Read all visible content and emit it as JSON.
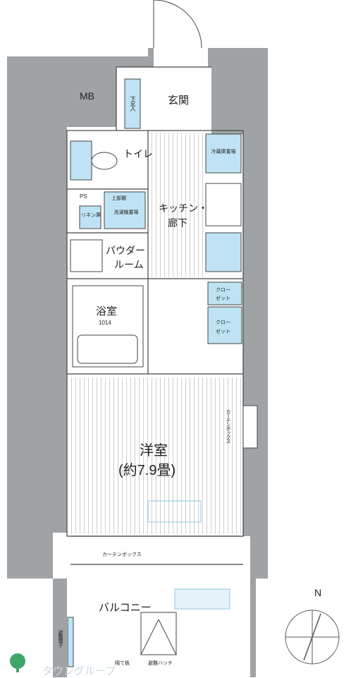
{
  "rooms": {
    "mb": "MB",
    "entrance": "玄関",
    "shoe_storage": "下足入",
    "toilet": "トイレ",
    "fridge_space": "冷蔵庫置場",
    "ps": "PS",
    "upper_cabinet": "上部棚",
    "washer_space": "洗濯機置場",
    "linen": "リネン庫",
    "kitchen": "キッチン・",
    "corridor": "廊下",
    "powder": "パウダー",
    "powder_room": "ルーム",
    "bath": "浴室",
    "bath_size": "1014",
    "closet1_a": "クロー",
    "closet1_b": "ゼット",
    "closet2_a": "クロー",
    "closet2_b": "ゼット",
    "western_room": "洋室",
    "western_size": "(約7.9畳)",
    "curtain_box_side": "カーテンボックス",
    "curtain_box_bottom": "カーテンボックス",
    "balcony": "バルコニー",
    "evac_ladder": "避難梯子",
    "partition": "隔て板",
    "evac_hatch": "避難ハッチ"
  },
  "compass": {
    "north": "N"
  },
  "watermark": {
    "company": "タウングループ"
  },
  "colors": {
    "wall": "#9fa3a6",
    "fixture_blue": "#bfe3f5",
    "line": "#444444",
    "floor_stripe": "#c9c9c9"
  }
}
